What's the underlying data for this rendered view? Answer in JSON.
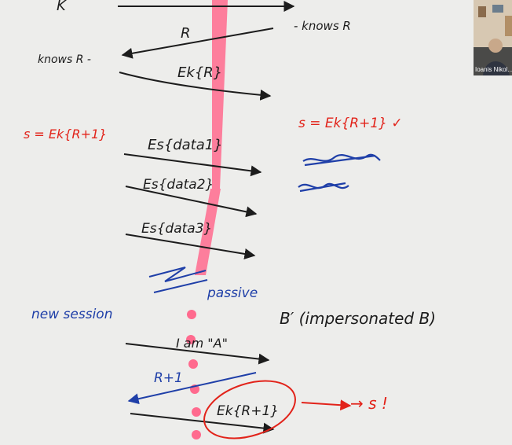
{
  "colors": {
    "background": "#ededeb",
    "ink_black": "#1c1c1c",
    "ink_red": "#e2231a",
    "ink_blue": "#1f3fa8",
    "pointer_stripe": "#ff6a8e"
  },
  "board": {
    "top_label": "K",
    "r_label": "R",
    "knows_r_right": "- knows R",
    "knows_r_left": "knows R -",
    "ek_r_label": "Ek{R}",
    "s_left": "s = Ek{R+1}",
    "s_right": "s = Ek{R+1} ✓",
    "data1_label": "Es{data1}",
    "data2_label": "Es{data2}",
    "data3_label": "Es{data3}",
    "passive_label": "passive",
    "new_session_label": "new session",
    "b_prime_label": "B′ (impersonated B)",
    "i_am_a_label": "I am \"A\"",
    "r_plus_1_label": "R+1",
    "ek_r_plus_1_label": "Ek{R+1}",
    "arrow_to_s_label": "→ s !"
  },
  "video": {
    "participant_name": "Ioanis Nikol...",
    "icon": "user-video-icon"
  }
}
